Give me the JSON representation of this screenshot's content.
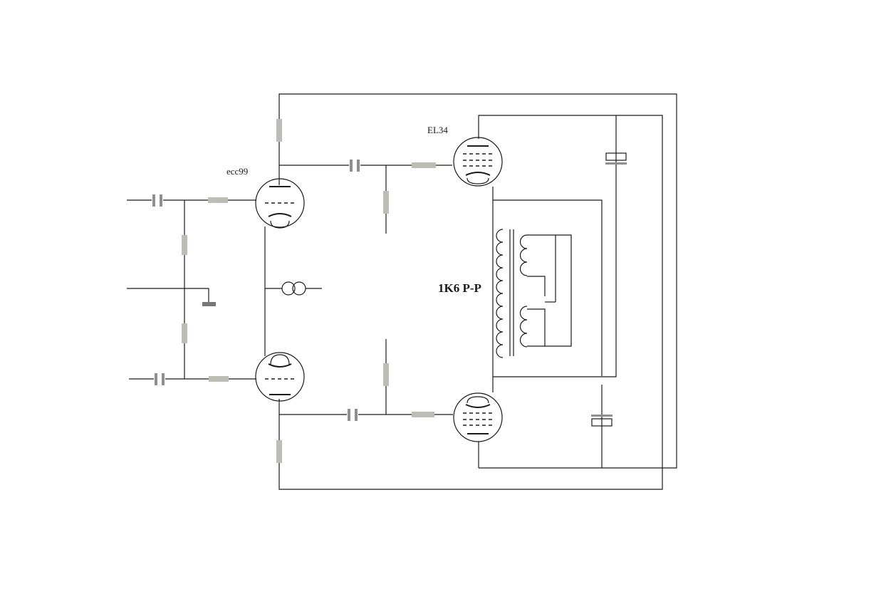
{
  "labels": {
    "input_tube": "ecc99",
    "output_tube": "EL34",
    "transformer": "1K6 P-P"
  }
}
